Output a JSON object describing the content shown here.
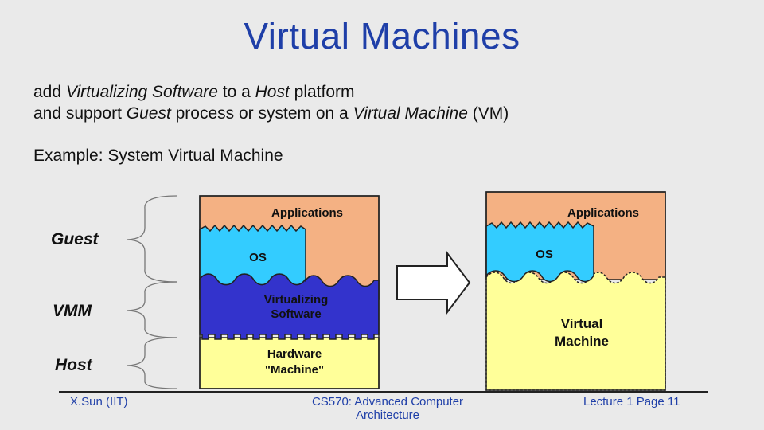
{
  "slide": {
    "title": "Virtual Machines",
    "line1": {
      "p1": "add ",
      "i1": "Virtualizing Software",
      "p2": " to a ",
      "i2": "Host",
      "p3": " platform"
    },
    "line2": {
      "p1": "and support ",
      "i1": "Guest",
      "p2": " process or system on a ",
      "i2": "Virtual Machine",
      "p3": " (VM)"
    },
    "example": "Example: System Virtual Machine"
  },
  "labels": {
    "guest": "Guest",
    "vmm": "VMM",
    "host": "Host"
  },
  "left_stack": {
    "applications": "Applications",
    "os": "OS",
    "virtualizing_1": "Virtualizing",
    "virtualizing_2": "Software",
    "hardware_1": "Hardware",
    "hardware_2": "\"Machine\""
  },
  "right_stack": {
    "applications": "Applications",
    "os": "OS",
    "vm_1": "Virtual",
    "vm_2": "Machine"
  },
  "colors": {
    "applications": "#f4b183",
    "os": "#33ccff",
    "virtualizing": "#3333cc",
    "hardware": "#ffff99",
    "title": "#1f3fa8"
  },
  "footer": {
    "left": "X.Sun (IIT)",
    "center_1": "CS570: Advanced Computer",
    "center_2": "Architecture",
    "right": "Lecture 1 Page 11"
  }
}
